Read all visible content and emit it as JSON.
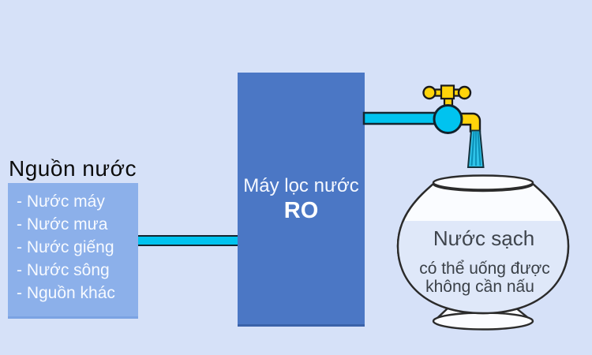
{
  "palette": {
    "background": "#d6e1f8",
    "source_box_blue": "#8cb0ea",
    "filter_box_blue": "#4b77c5",
    "pipe_cyan": "#00c3ef",
    "faucet_yellow": "#ffd40a",
    "bowl_water_blue": "#dfe8f9",
    "outline_dark": "#142630",
    "list_text": "#f7faff",
    "heading_text": "#0c0c0c"
  },
  "source": {
    "title": "Nguồn nước",
    "items": [
      "- Nước máy",
      "- Nước mưa",
      "- Nước giếng",
      "- Nước sông",
      "- Nguồn khác"
    ]
  },
  "filter": {
    "name": "Máy lọc nước",
    "type": "RO"
  },
  "output": {
    "title": "Nước sạch",
    "note_line1": "có thể uống được",
    "note_line2": "không cần nấu"
  }
}
